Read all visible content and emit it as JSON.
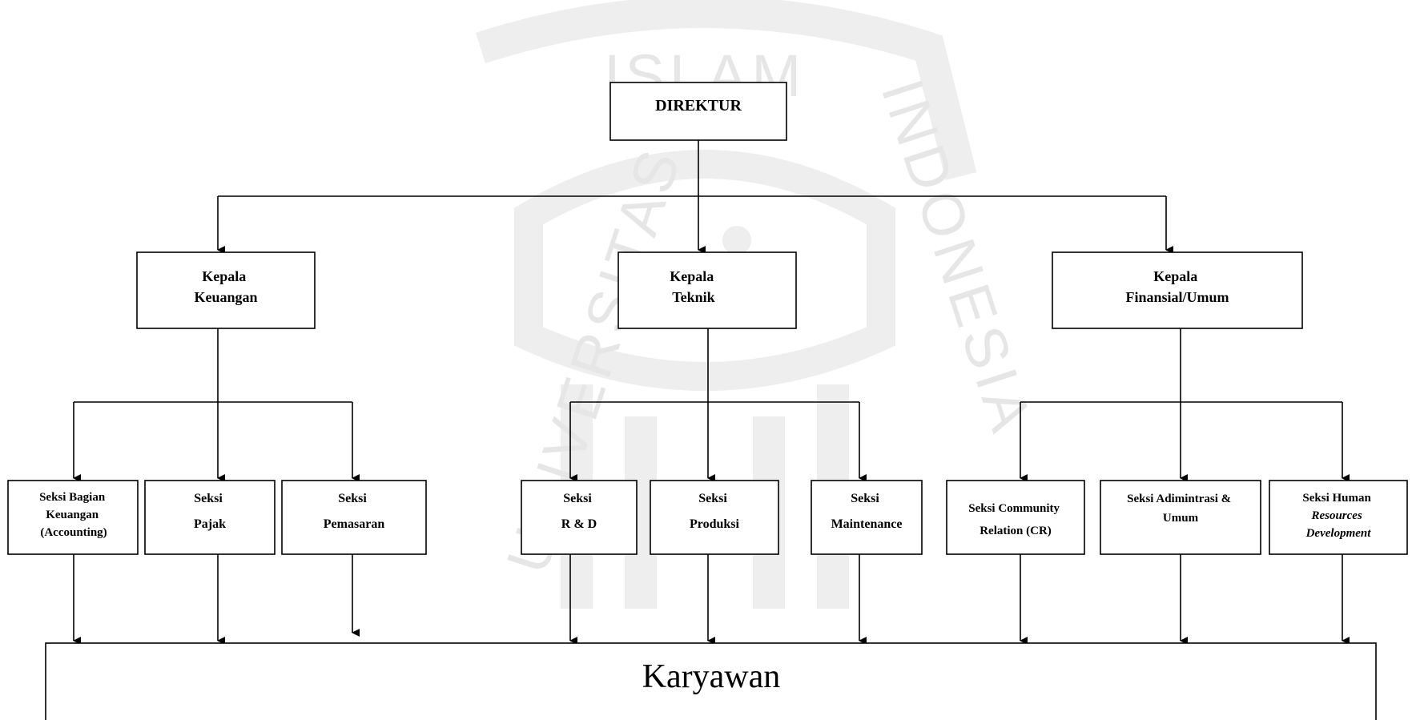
{
  "colors": {
    "line": "#000000",
    "box_fill": "#ffffff",
    "watermark": "#e6e6e6"
  },
  "watermark": {
    "text_top": "ISLAM",
    "text_left": "UNIVERSITAS",
    "text_right": "INDONESIA"
  },
  "nodes": {
    "direktur": [
      "DIREKTUR"
    ],
    "kepala_keuangan": [
      "Kepala",
      "Keuangan"
    ],
    "kepala_teknik": [
      "Kepala",
      "Teknik"
    ],
    "kepala_finansial": [
      "Kepala",
      "Finansial/Umum"
    ],
    "seksi_bagian_keuangan": [
      "Seksi  Bagian",
      "Keuangan",
      "(Accounting)"
    ],
    "seksi_pajak": [
      "Seksi",
      "Pajak"
    ],
    "seksi_pemasaran": [
      "Seksi",
      "Pemasaran"
    ],
    "seksi_rd": [
      "Seksi",
      "R & D"
    ],
    "seksi_produksi": [
      "Seksi",
      "Produksi"
    ],
    "seksi_maintenance": [
      "Seksi",
      "Maintenance"
    ],
    "seksi_cr": [
      "Seksi Community",
      "Relation (CR)"
    ],
    "seksi_adm": [
      "Seksi Adimintrasi &",
      "Umum"
    ],
    "seksi_hrd": [
      "Seksi Human",
      "Resources",
      "Development"
    ],
    "karyawan": [
      "Karyawan"
    ]
  }
}
